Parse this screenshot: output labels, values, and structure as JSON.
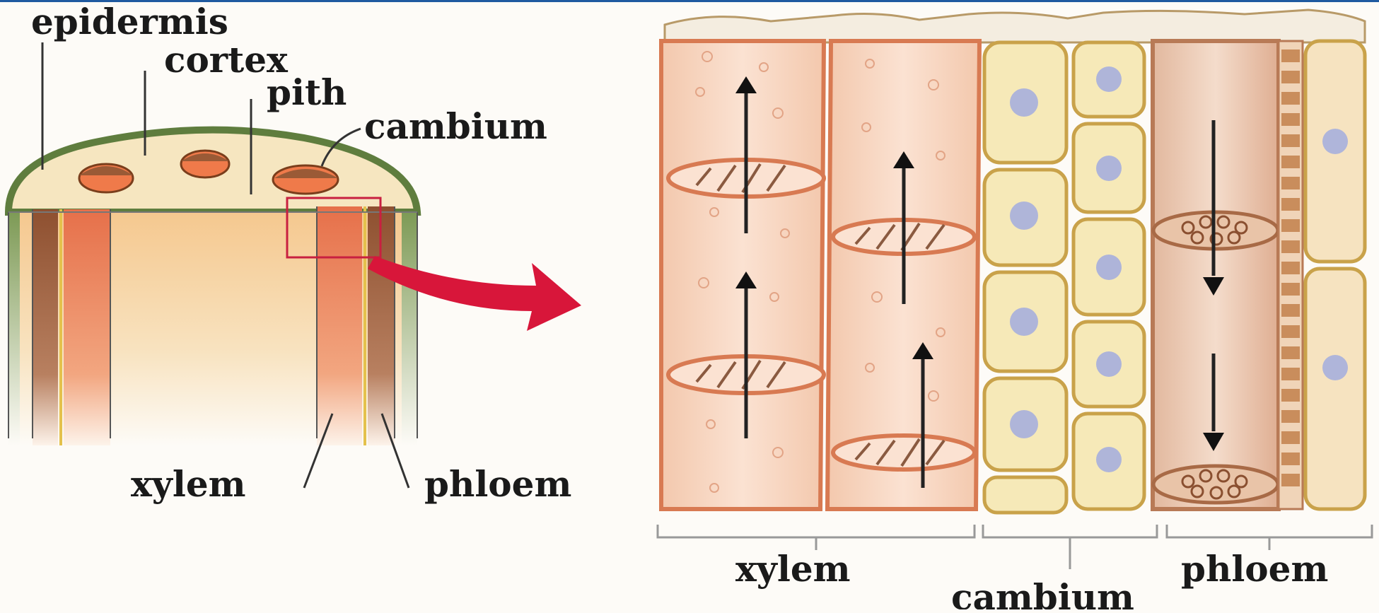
{
  "stem_labels": {
    "epidermis": "epidermis",
    "cortex": "cortex",
    "pith": "pith",
    "cambium": "cambium",
    "xylem": "xylem",
    "phloem": "phloem"
  },
  "tissue_labels": {
    "xylem": "xylem",
    "cambium": "cambium",
    "phloem": "phloem"
  },
  "colors": {
    "frame": "#1f5aa0",
    "epidermis": "#6e8a4c",
    "pith": "#f6d7a6",
    "xylem": "#e8845a",
    "phloem": "#9a5a36",
    "cambium_cells": "#f5e6b0",
    "nucleus": "#9ea6d8",
    "arrow": "#d8163a"
  }
}
